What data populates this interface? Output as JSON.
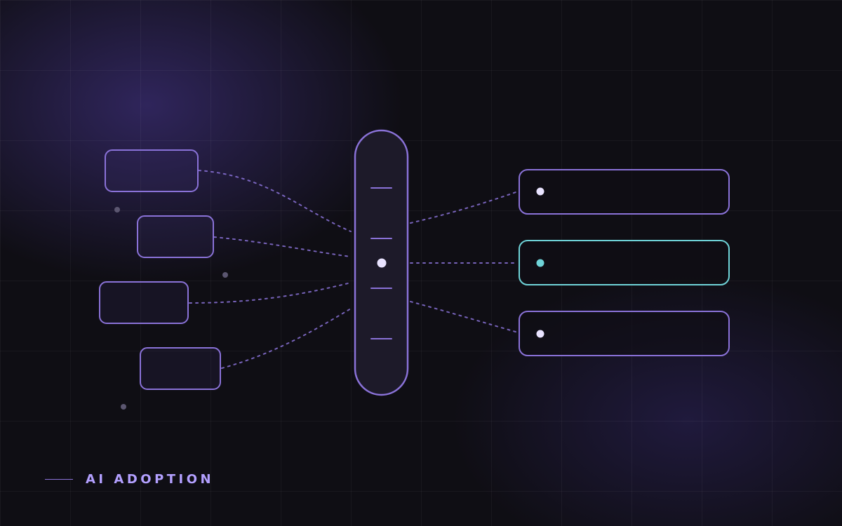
{
  "caption": {
    "text": "AI ADOPTION"
  },
  "colors": {
    "background": "#0f0e14",
    "outline_purple": "#8a72d8",
    "highlight_teal": "#6fd3d8",
    "dot_light": "#e9e3ff",
    "caption_text": "#b3a0ff",
    "faint_dot": "#5b5670"
  },
  "diagram": {
    "input_box_count": 4,
    "output_row_count": 3,
    "highlighted_output_index": 1,
    "hub_tick_count": 4
  }
}
